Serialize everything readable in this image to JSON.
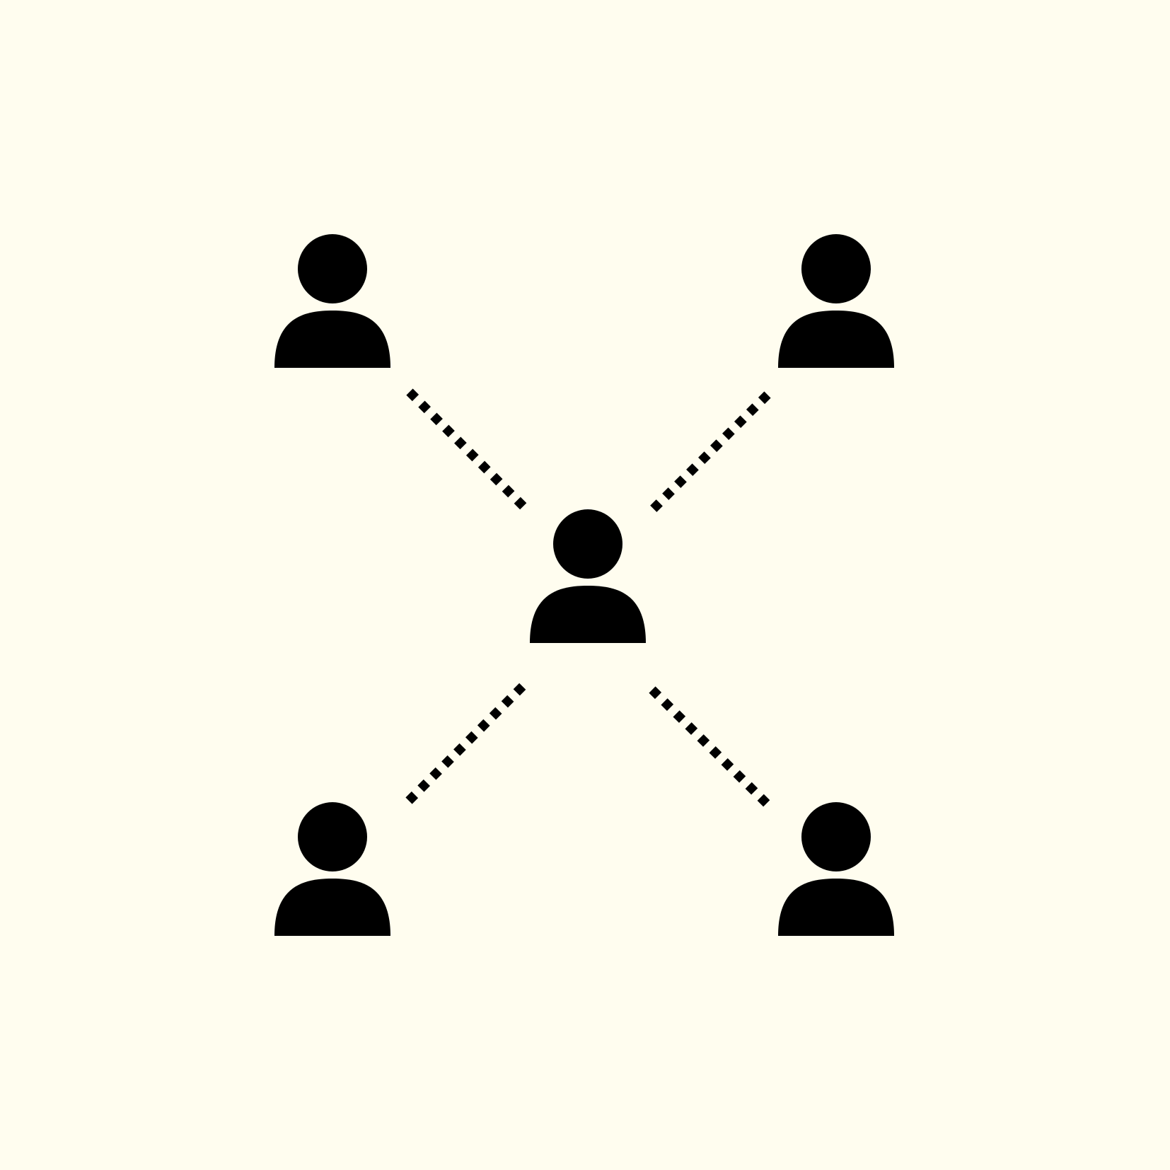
{
  "diagram": {
    "type": "network",
    "background_color": "#FFFDEF",
    "foreground_color": "#000000",
    "icon": "person-icon",
    "nodes": [
      {
        "id": "top-left",
        "icon": "person-icon",
        "role": "peer"
      },
      {
        "id": "top-right",
        "icon": "person-icon",
        "role": "peer"
      },
      {
        "id": "center",
        "icon": "person-icon",
        "role": "hub"
      },
      {
        "id": "bottom-left",
        "icon": "person-icon",
        "role": "peer"
      },
      {
        "id": "bottom-right",
        "icon": "person-icon",
        "role": "peer"
      }
    ],
    "edges": [
      {
        "from": "center",
        "to": "top-left",
        "style": "dotted"
      },
      {
        "from": "center",
        "to": "top-right",
        "style": "dotted"
      },
      {
        "from": "center",
        "to": "bottom-left",
        "style": "dotted"
      },
      {
        "from": "center",
        "to": "bottom-right",
        "style": "dotted"
      }
    ]
  }
}
